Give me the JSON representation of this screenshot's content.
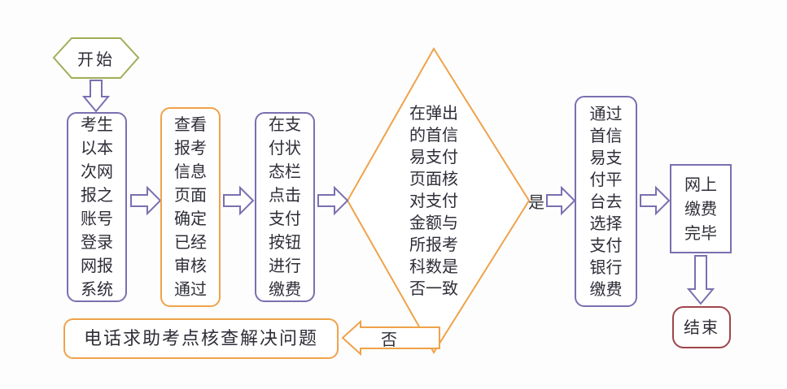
{
  "nodes": {
    "start": "开始",
    "login": "考生\n以本\n次网\n报之\n账号\n登录\n网报\n系统",
    "check_info": "查看\n报考\n信息\n页面\n确定\n已经\n审核\n通过",
    "click_pay": "在支\n付状\n态栏\n点击\n支付\n按钮\n进行\n缴费",
    "decision": "在弹出\n的首信\n易支付\n页面核\n对支付\n金额与\n所报考\n科数是\n否一致",
    "pay_bank": "通过\n首信\n易支\n付平\n台去\n选择\n支付\n银行\n缴费",
    "pay_done": "网上\n缴费\n完毕",
    "end": "结束",
    "phone_help": "电话求助考点核查解决问题"
  },
  "labels": {
    "yes": "是",
    "no": "否"
  },
  "colors": {
    "purple": "#7b6fb0",
    "orange": "#efa24a",
    "olive": "#9fae58",
    "dark_red": "#9e454b",
    "text": "#2e2e38"
  }
}
